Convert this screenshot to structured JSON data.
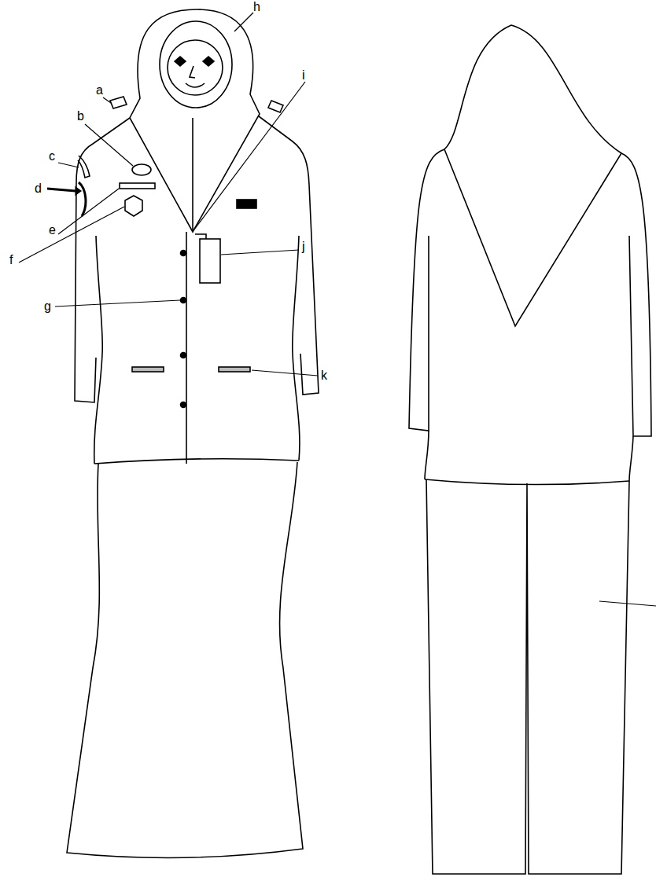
{
  "diagram": {
    "labels": [
      "a",
      "b",
      "c",
      "d",
      "e",
      "f",
      "g",
      "h",
      "i",
      "j",
      "k"
    ]
  }
}
